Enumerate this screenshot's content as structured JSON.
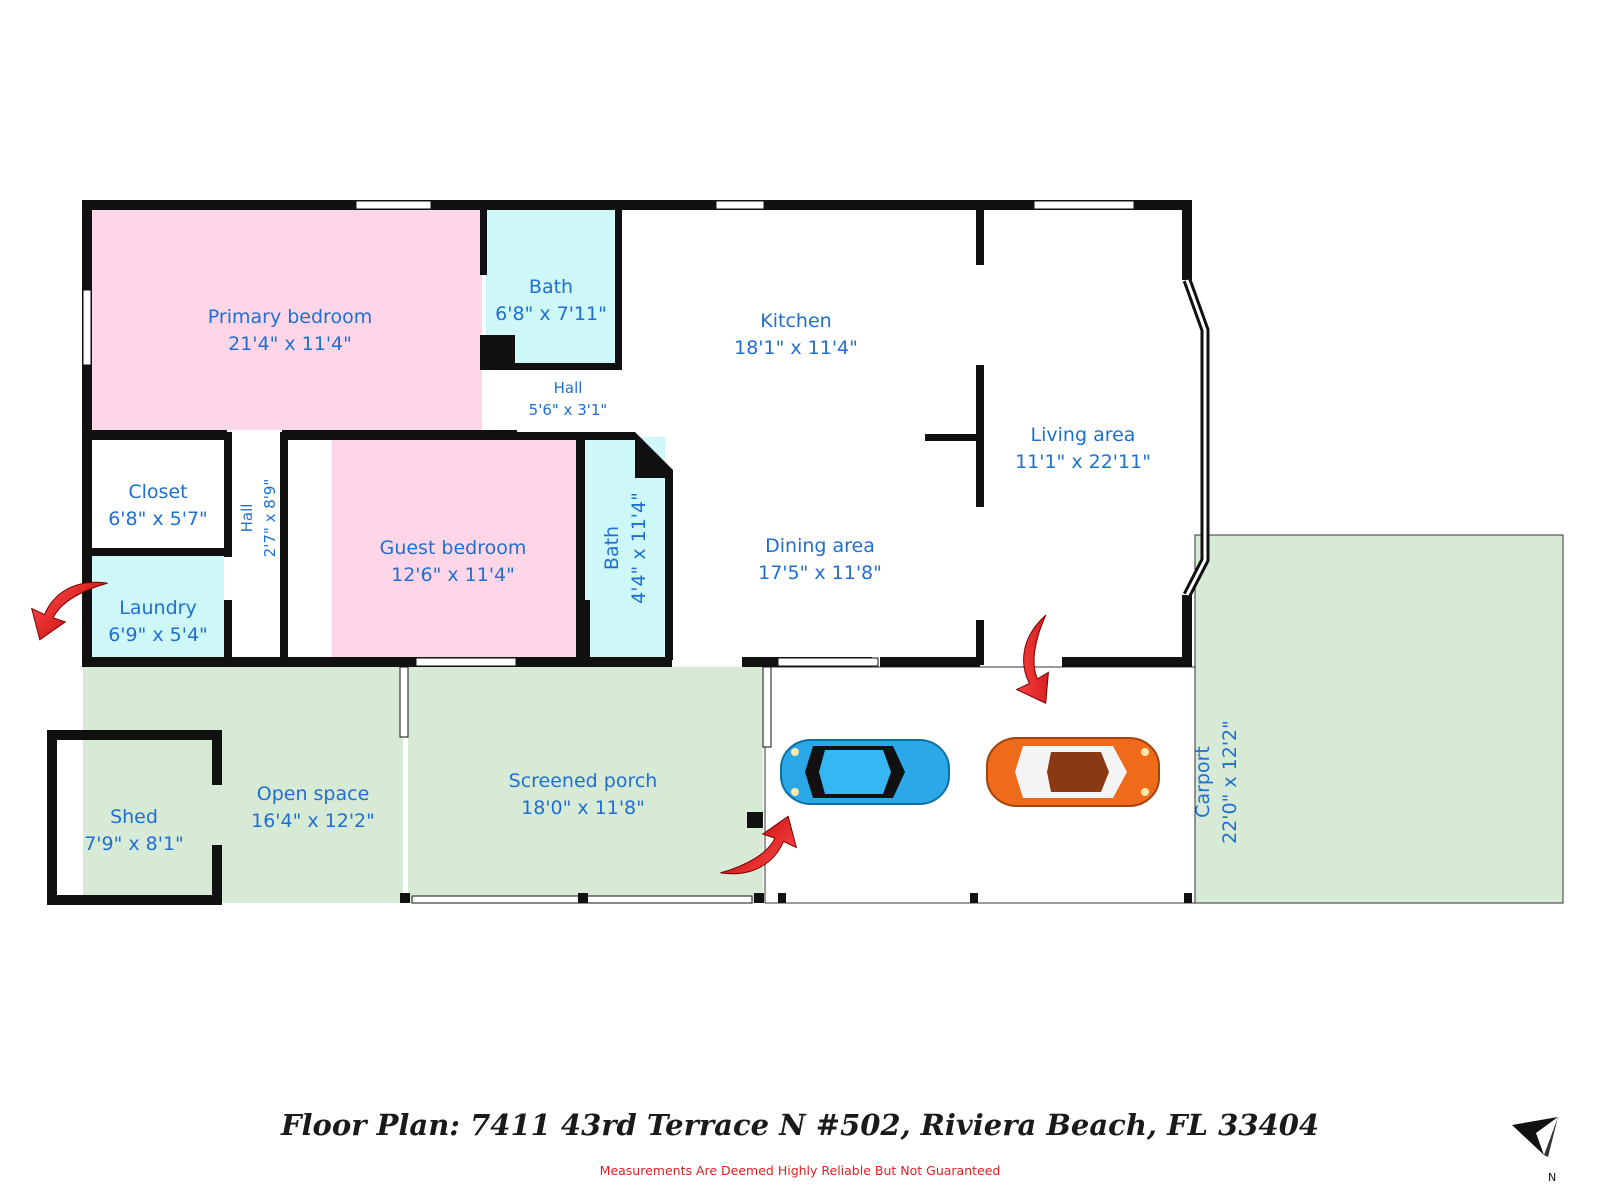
{
  "title": "Floor Plan: 7411 43rd Terrace N #502, Riviera Beach, FL 33404",
  "disclaimer": "Measurements Are Deemed Highly Reliable But Not Guaranteed",
  "compass": {
    "label": "N",
    "icon": "north-arrow-icon"
  },
  "colors": {
    "bedroom": "#ffd6e8",
    "wet_room": "#cef8f8",
    "outdoor": "#d7ead5",
    "wall": "#111111",
    "label": "#1f6fd1",
    "entry_arrow": "#e02020"
  },
  "rooms": {
    "primary_bedroom": {
      "name": "Primary bedroom",
      "dims": "21'4\" x 11'4\""
    },
    "bath_1": {
      "name": "Bath",
      "dims": "6'8\" x 7'11\""
    },
    "kitchen": {
      "name": "Kitchen",
      "dims": "18'1\" x 11'4\""
    },
    "living_area": {
      "name": "Living area",
      "dims": "11'1\" x 22'11\""
    },
    "hall_1": {
      "name": "Hall",
      "dims": "5'6\" x 3'1\""
    },
    "closet": {
      "name": "Closet",
      "dims": "6'8\" x 5'7\""
    },
    "hall_2": {
      "name": "Hall",
      "dims": "2'7\" x 8'9\""
    },
    "guest_bedroom": {
      "name": "Guest bedroom",
      "dims": "12'6\" x 11'4\""
    },
    "bath_2": {
      "name": "Bath",
      "dims": "4'4\" x 11'4\""
    },
    "dining_area": {
      "name": "Dining area",
      "dims": "17'5\" x 11'8\""
    },
    "laundry": {
      "name": "Laundry",
      "dims": "6'9\" x 5'4\""
    },
    "shed": {
      "name": "Shed",
      "dims": "7'9\" x 8'1\""
    },
    "open_space": {
      "name": "Open space",
      "dims": "16'4\" x 12'2\""
    },
    "screened_porch": {
      "name": "Screened porch",
      "dims": "18'0\" x 11'8\""
    },
    "carport": {
      "name": "Carport",
      "dims": "22'0\" x 12'2\""
    }
  },
  "vehicles": [
    {
      "name": "car-blue",
      "color": "#2aa8e8"
    },
    {
      "name": "car-orange",
      "color": "#ef6a1a"
    }
  ]
}
